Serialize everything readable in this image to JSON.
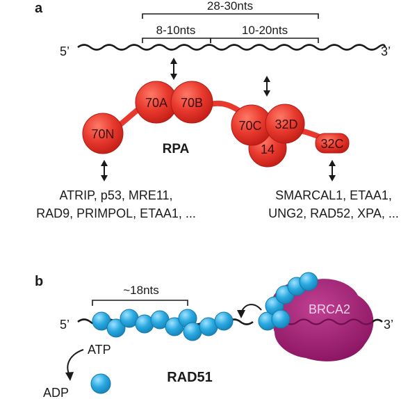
{
  "panel_a": {
    "letter": "a",
    "span_total": "28-30nts",
    "span_left": "8-10nts",
    "span_right": "10-20nts",
    "five_prime": "5’",
    "three_prime": "3’",
    "complex_label": "RPA",
    "subunits": {
      "n70": "70N",
      "a70": "70A",
      "b70": "70B",
      "c70": "70C",
      "d32": "32D",
      "s14": "14",
      "c32": "32C"
    },
    "partners_left": [
      "ATRIP, p53, MRE11,",
      "RAD9, PRIMPOL, ETAA1, ..."
    ],
    "partners_right": [
      "SMARCAL1, ETAA1,",
      "UNG2, RAD52, XPA, ..."
    ]
  },
  "panel_b": {
    "letter": "b",
    "span": "~18nts",
    "five_prime": "5’",
    "three_prime": "3’",
    "brca2_label": "BRCA2",
    "atp_label": "ATP",
    "adp_label": "ADP",
    "complex_label": "RAD51"
  },
  "colors": {
    "rpa_red": "#e8392e",
    "rad51_blue": "#29a9e0",
    "brca2_purple": "#9c1a6e",
    "dna": "#1a1a1a"
  }
}
